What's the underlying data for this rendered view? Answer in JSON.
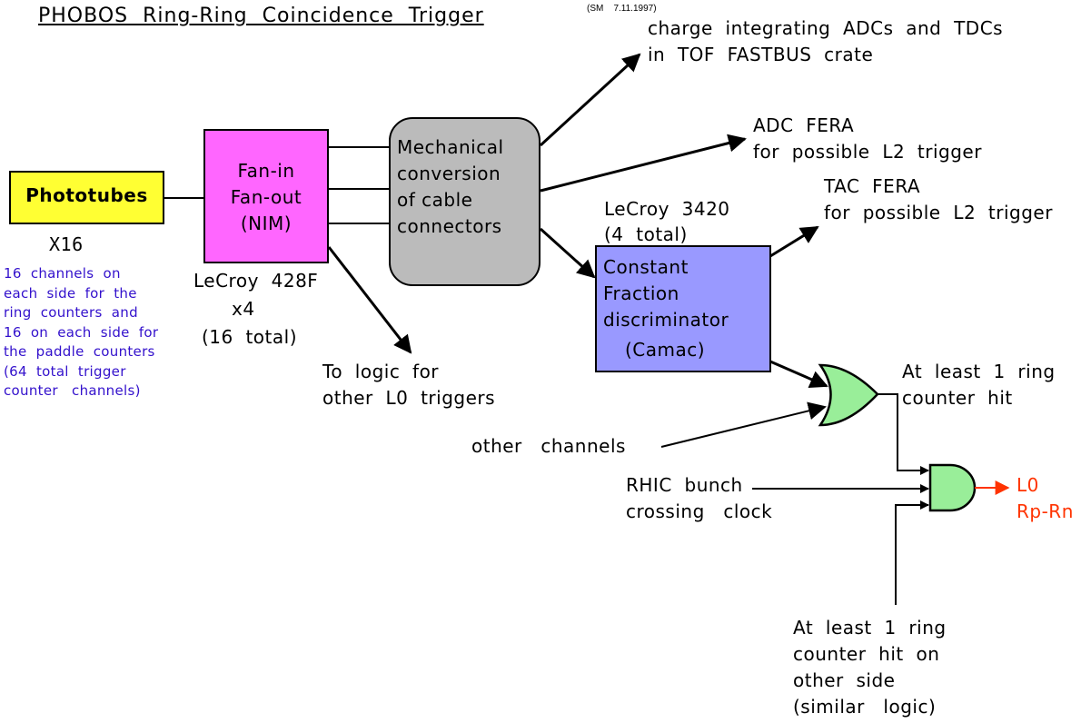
{
  "title": "PHOBOS  Ring-Ring  Coincidence  Trigger",
  "date_note": "(SM    7.11.1997)",
  "colors": {
    "phototubes": "#ffff33",
    "fanout": "#ff66ff",
    "mechanical": "#bbbbbb",
    "cfd": "#9999ff",
    "gate": "#99ee99",
    "output": "#ff3300",
    "channels_note": "#3311cc"
  },
  "phototubes": {
    "label": "Phototubes",
    "multiplicity": "X16"
  },
  "channels_note": [
    "16  channels  on",
    "each  side  for  the",
    "ring  counters  and",
    "16  on  each  side  for",
    "the  paddle  counters",
    "(64  total  trigger",
    "counter   channels)"
  ],
  "fanout": {
    "lines": [
      "Fan-in",
      "Fan-out",
      "(NIM)"
    ],
    "model_lines": [
      "LeCroy  428F",
      "x4",
      "(16  total)"
    ]
  },
  "mechanical": {
    "lines": [
      "Mechanical",
      "conversion",
      "of cable",
      "connectors"
    ]
  },
  "cfd": {
    "lines": [
      "Constant",
      "Fraction",
      "discriminator",
      "(Camac)"
    ],
    "model_lines": [
      "LeCroy  3420",
      "(4  total)"
    ]
  },
  "outputs": {
    "adc_tdc": [
      "charge  integrating  ADCs  and  TDCs",
      "in  TOF  FASTBUS  crate"
    ],
    "adc_fera": [
      "ADC  FERA",
      "for  possible  L2  trigger"
    ],
    "tac_fera": [
      "TAC  FERA",
      "for  possible  L2  trigger"
    ],
    "other_l0": [
      "To  logic  for",
      "other  L0  triggers"
    ]
  },
  "or_gate": {
    "output_label": [
      "At  least  1  ring",
      "counter  hit"
    ],
    "other_input_label": "other   channels"
  },
  "and_gate": {
    "clock_label": [
      "RHIC  bunch",
      "crossing   clock"
    ],
    "other_side_label": [
      "At  least  1  ring",
      "counter  hit  on",
      "other  side",
      "(similar   logic)"
    ]
  },
  "result": [
    "L0",
    "Rp-Rn"
  ]
}
